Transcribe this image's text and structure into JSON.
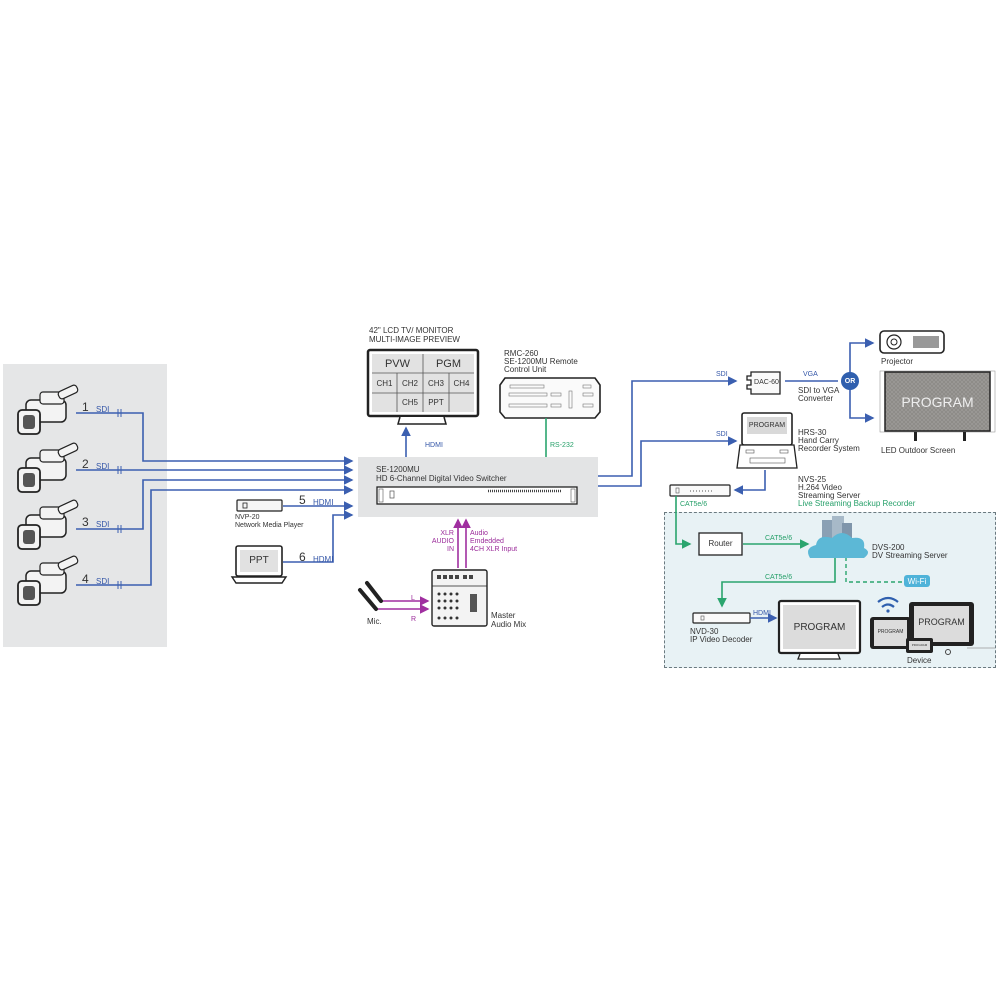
{
  "cameras": [
    {
      "number": "1",
      "link": "SDI"
    },
    {
      "number": "2",
      "link": "SDI"
    },
    {
      "number": "3",
      "link": "SDI"
    },
    {
      "number": "4",
      "link": "SDI"
    }
  ],
  "inputs": {
    "nvp": {
      "number": "5",
      "link": "HDMI",
      "name": "NVP-20",
      "desc": "Network Media Player"
    },
    "ppt": {
      "number": "6",
      "link": "HDMI",
      "screen": "PPT"
    }
  },
  "monitor": {
    "title_line1": "42\" LCD TV/ MONITOR",
    "title_line2": "MULTI-IMAGE PREVIEW",
    "cells": {
      "pvw": "PVW",
      "pgm": "PGM",
      "ch1": "CH1",
      "ch2": "CH2",
      "ch3": "CH3",
      "ch4": "CH4",
      "ch5": "CH5",
      "ppt": "PPT"
    },
    "link": "HDMI"
  },
  "remote": {
    "line1": "RMC-260",
    "line2": "SE-1200MU Remote",
    "line3": "Control Unit",
    "link": "RS-232"
  },
  "switcher": {
    "model": "SE-1200MU",
    "desc": "HD 6-Channel Digital Video Switcher"
  },
  "audio": {
    "xlr_line1": "XLR",
    "xlr_line2": "AUDIO",
    "xlr_line3": "IN",
    "emb_line1": "Audio",
    "emb_line2": "Emdedded",
    "emb_line3": "4CH XLR Input",
    "mic": "Mic.",
    "left": "L",
    "right": "R",
    "mixer_line1": "Master",
    "mixer_line2": "Audio Mix"
  },
  "outputs": {
    "sdi1": "SDI",
    "sdi2": "SDI",
    "dac": {
      "name": "DAC-60",
      "link": "VGA",
      "desc1": "SDI to VGA",
      "desc2": "Converter"
    },
    "or_badge": "OR",
    "projector": "Projector",
    "led": {
      "screen": "PROGRAM",
      "label": "LED Outdoor Screen"
    },
    "hrs": {
      "screen": "PROGRAM",
      "line1": "HRS-30",
      "line2": "Hand Carry",
      "line3": "Recorder System"
    },
    "nvs": {
      "line1": "NVS-25",
      "line2": "H.264 Video",
      "line3": "Streaming Server",
      "line4": "Live Streaming Backup Recorder"
    }
  },
  "streaming": {
    "cat1": "CAT5e/6",
    "router": "Router",
    "cat2": "CAT5e/6",
    "cat3": "CAT5e/6",
    "dvs_line1": "DVS-200",
    "dvs_line2": "DV Streaming Server",
    "wifi": "Wi-Fi",
    "nvd_line1": "NVD-30",
    "nvd_line2": "IP Video Decoder",
    "hdmi": "HDMI",
    "tv_screen": "PROGRAM",
    "tablet_screen": "PROGRAM",
    "small_tablet_screen": "PROGRAM",
    "phone_screen": "PROGRAM",
    "device_label": "Device"
  },
  "colors": {
    "blue_line": "#3b5fb0",
    "green_line": "#2aa56e",
    "purple_line": "#a02fa0",
    "or_badge": "#2f5fae",
    "wifi_badge": "#4fb3d9"
  }
}
